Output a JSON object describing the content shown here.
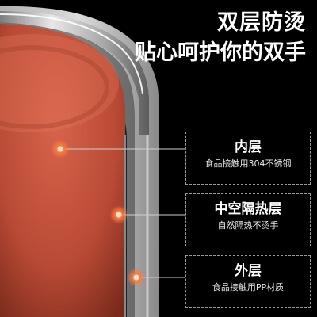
{
  "headline": {
    "line1": "双层防烫",
    "line2": "贴心呵护你的双手"
  },
  "layers": [
    {
      "title": "内层",
      "desc": "食品接触用304不锈钢"
    },
    {
      "title": "中空隔热层",
      "desc": "自然隔热不烫手"
    },
    {
      "title": "外层",
      "desc": "食品接触用PP材质"
    }
  ],
  "colors": {
    "background": "#000000",
    "inner_wall": "#c8553e",
    "steel": "#c9c9c9",
    "marker": "#ff7a3d"
  }
}
